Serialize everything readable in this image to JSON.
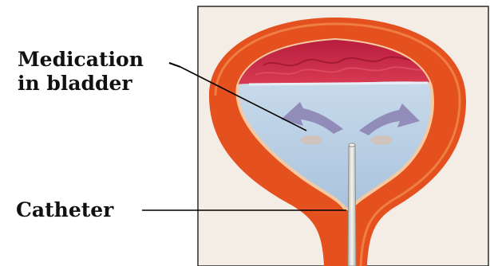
{
  "labels": {
    "medication_line1": "Medication",
    "medication_line2": "in bladder",
    "catheter": "Catheter"
  },
  "colors": {
    "panel_background": "#f3ede6",
    "bladder_wall": "#e5501f",
    "bladder_wall_edge": "#f08a4a",
    "bladder_fill": "#b8cfe3",
    "bladder_tissue": "#c4213f",
    "flow_arrows": "#8a7fb0",
    "catheter": "#e2e3de",
    "leader_lines": "#000000"
  }
}
